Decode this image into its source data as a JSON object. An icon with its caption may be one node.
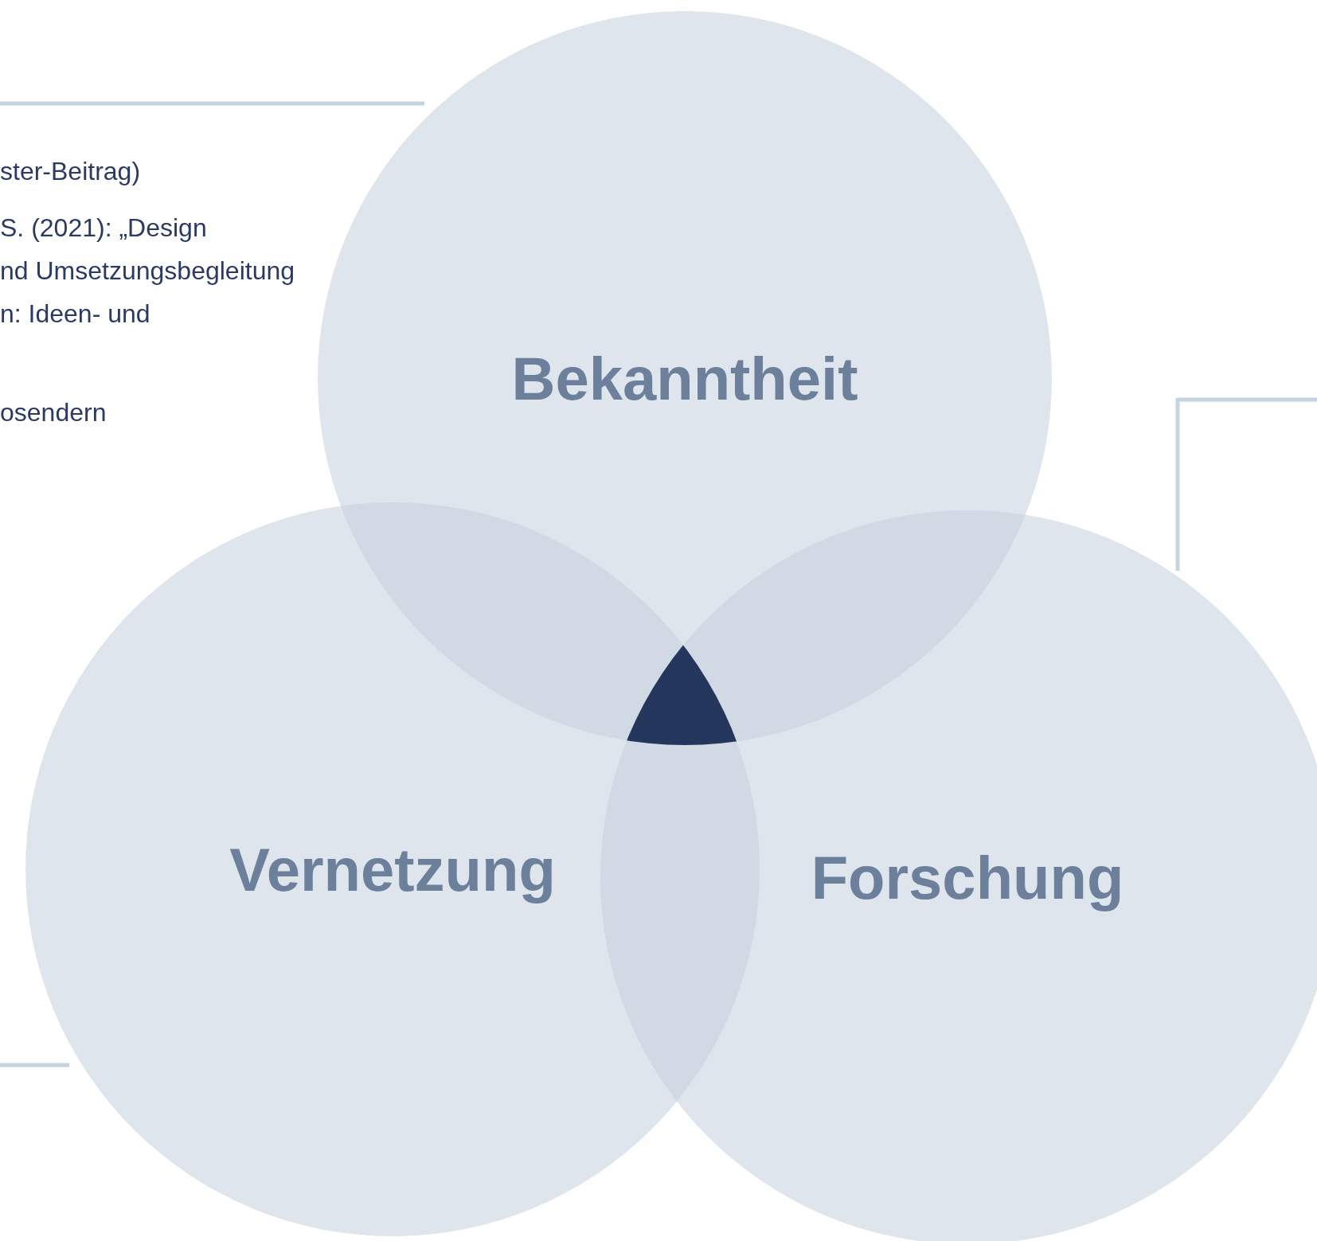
{
  "diagram": {
    "nodes": [
      {
        "text": [
          "Bekanntheit"
        ]
      },
      {
        "text": [
          "Vernetzung"
        ]
      },
      {
        "text": [
          "Forschung"
        ]
      },
      {
        "text": [],
        "shape": "triangle"
      }
    ],
    "labels": [
      "ster-Beitrag)",
      "S. (2021): „Design",
      "nd Umsetzungsbegleitung",
      "n: Ideen- und",
      "osendern"
    ]
  }
}
